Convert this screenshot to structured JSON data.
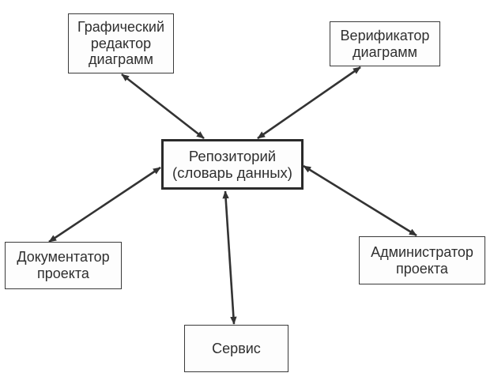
{
  "diagram": {
    "nodes": {
      "repository": {
        "label": "Репозиторий\n(словарь данных)"
      },
      "graphic_editor": {
        "label": "Графический\nредактор\nдиаграмм"
      },
      "verifier": {
        "label": "Верификатор\nдиаграмм"
      },
      "documenter": {
        "label": "Документатор\nпроекта"
      },
      "administrator": {
        "label": "Администратор\nпроекта"
      },
      "service": {
        "label": "Сервис"
      }
    },
    "edges": [
      {
        "from": "repository",
        "to": "graphic_editor",
        "type": "bidirectional"
      },
      {
        "from": "repository",
        "to": "verifier",
        "type": "bidirectional"
      },
      {
        "from": "repository",
        "to": "documenter",
        "type": "bidirectional"
      },
      {
        "from": "repository",
        "to": "administrator",
        "type": "bidirectional"
      },
      {
        "from": "repository",
        "to": "service",
        "type": "bidirectional"
      }
    ]
  }
}
